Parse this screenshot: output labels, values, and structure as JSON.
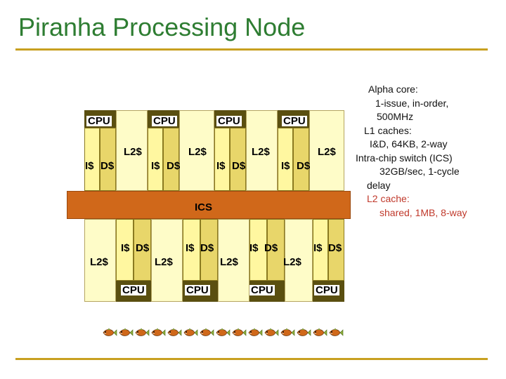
{
  "title": "Piranha Processing Node",
  "labels": {
    "cpu": "CPU",
    "l2": "L2$",
    "icache": "I$",
    "dcache": "D$",
    "ics": "ICS"
  },
  "notes": [
    "Alpha core:",
    "1-issue, in-order,",
    "500MHz",
    "L1 caches:",
    "I&D, 64KB, 2-way",
    "Intra-chip switch (ICS)",
    "32GB/sec, 1-cycle",
    "delay",
    "L2 cache:",
    "shared, 1MB, 8-way"
  ],
  "colors": {
    "title": "#2e7d32",
    "rule": "#c8a020",
    "cpu": "#5a4f10",
    "l2": "#fefcc8",
    "icache": "#fff7a0",
    "dcache": "#e8d66a",
    "ics": "#d0681a",
    "l2_note": "#c0392b"
  },
  "decoration": {
    "icon": "piranha-fish-icon",
    "count": 15
  }
}
